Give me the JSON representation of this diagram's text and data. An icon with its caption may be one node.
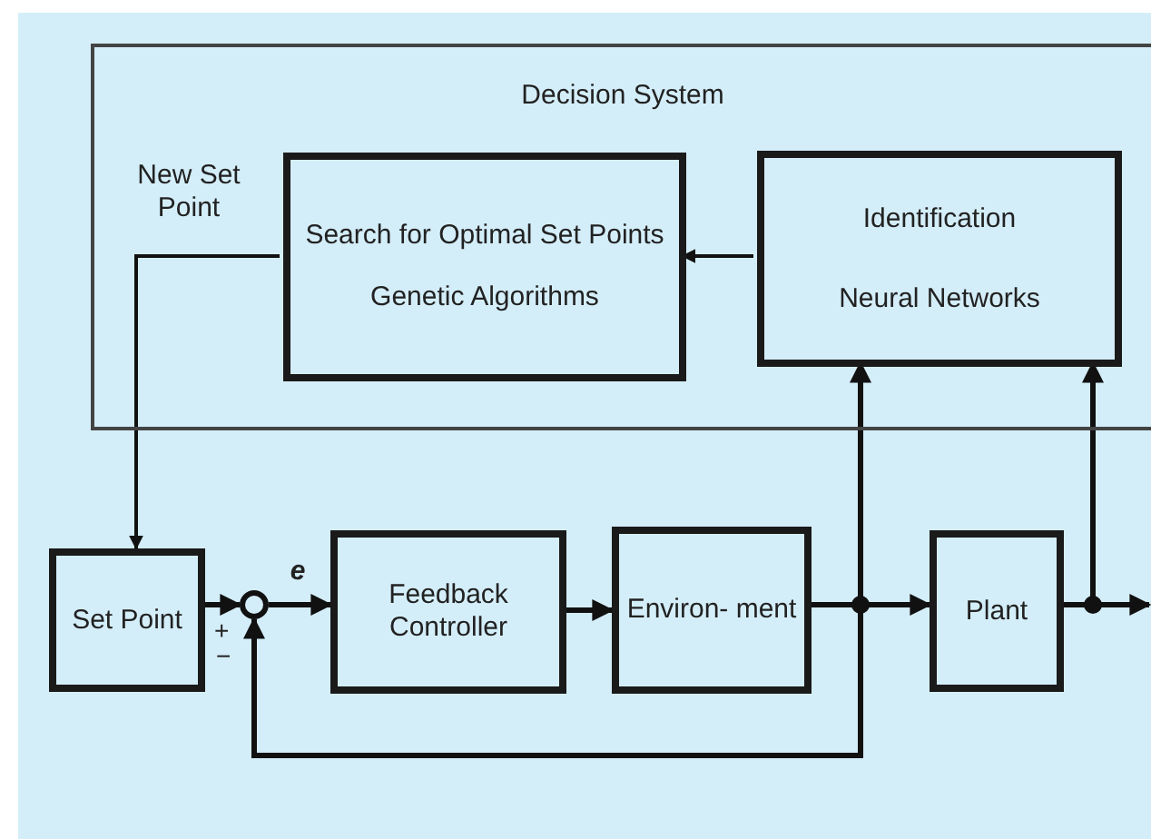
{
  "diagram": {
    "nodes": [
      {
        "text": [
          "Decision System"
        ]
      },
      {
        "text": [
          "Search for Optimal Set Points",
          "Genetic Algorithms"
        ],
        "in": 0
      },
      {
        "text": [
          "Identification",
          "Neural Networks"
        ],
        "in": 0
      },
      {
        "text": [
          "Set Point"
        ]
      },
      {
        "text": [],
        "shape": "circle"
      },
      {
        "text": [
          "Feedback Controller"
        ]
      },
      {
        "text": [
          "Environ- ment"
        ]
      },
      {
        "text": [
          "Plant"
        ]
      }
    ],
    "edges": [
      {
        "from": 2,
        "to": 1,
        "arrow": "to"
      },
      {
        "from": 1,
        "to": 3,
        "arrow": "to",
        "label": "New Set Point"
      },
      {
        "from": 3,
        "to": 4,
        "arrow": "to"
      },
      {
        "from": 4,
        "to": 5,
        "arrow": "to",
        "label": "e"
      },
      {
        "from": 5,
        "to": 6,
        "arrow": "to"
      },
      {
        "from": 6,
        "to": 7,
        "arrow": "to"
      },
      {
        "from": 6,
        "to": 2,
        "arrow": "to"
      },
      {
        "from": 6,
        "to": 4,
        "arrow": "to"
      },
      {
        "from": 7,
        "to": 2,
        "arrow": "to"
      },
      {
        "from": 7,
        "to": null,
        "arrow": "to"
      }
    ],
    "labels": [
      "+",
      "−"
    ]
  }
}
